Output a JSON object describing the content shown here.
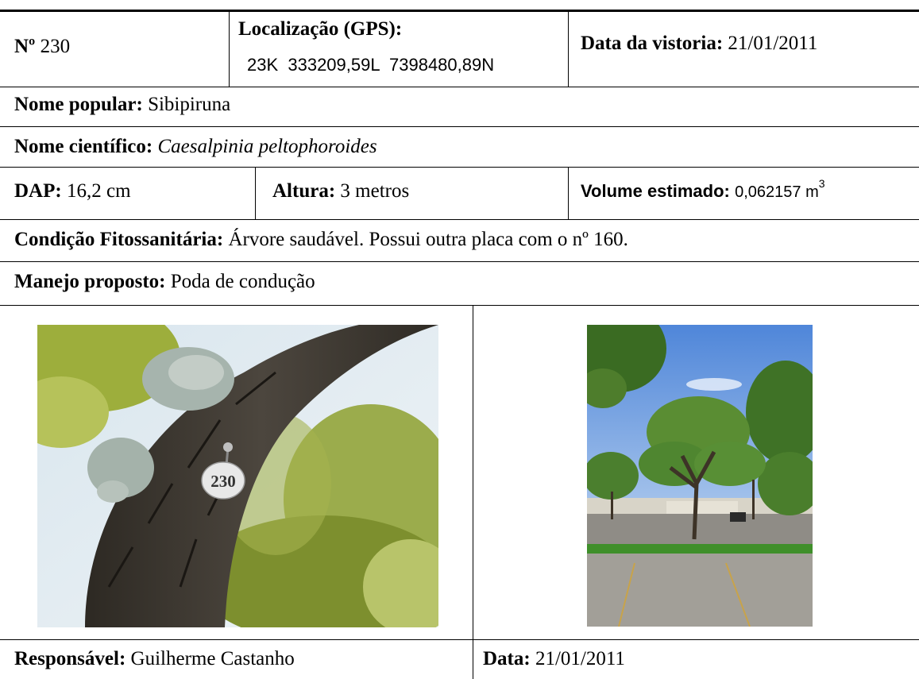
{
  "record": {
    "number_label": "Nº",
    "number_value": "230",
    "gps_label": "Localização (GPS):",
    "gps_value": "23K  333209,59L  7398480,89N",
    "date_label": "Data da vistoria:",
    "date_value": "21/01/2011"
  },
  "species": {
    "popular_label": "Nome popular:",
    "popular_value": "Sibipiruna",
    "scientific_label": "Nome científico:",
    "scientific_value": "Caesalpinia peltophoroides"
  },
  "measures": {
    "dap_label": "DAP:",
    "dap_value": "16,2 cm",
    "height_label": "Altura:",
    "height_value": "3 metros",
    "volume_label": "Volume estimado:",
    "volume_value": "0,062157 m",
    "volume_exp": "3"
  },
  "condition": {
    "label": "Condição Fitossanitária:",
    "value": "Árvore saudável. Possui outra placa com o nº 160."
  },
  "management": {
    "label": "Manejo proposto:",
    "value": "Poda de condução"
  },
  "photos": {
    "tag_number": "230"
  },
  "footer": {
    "responsible_label": "Responsável:",
    "responsible_value": "Guilherme Castanho",
    "date_label": "Data:",
    "date_value": "21/01/2011"
  }
}
